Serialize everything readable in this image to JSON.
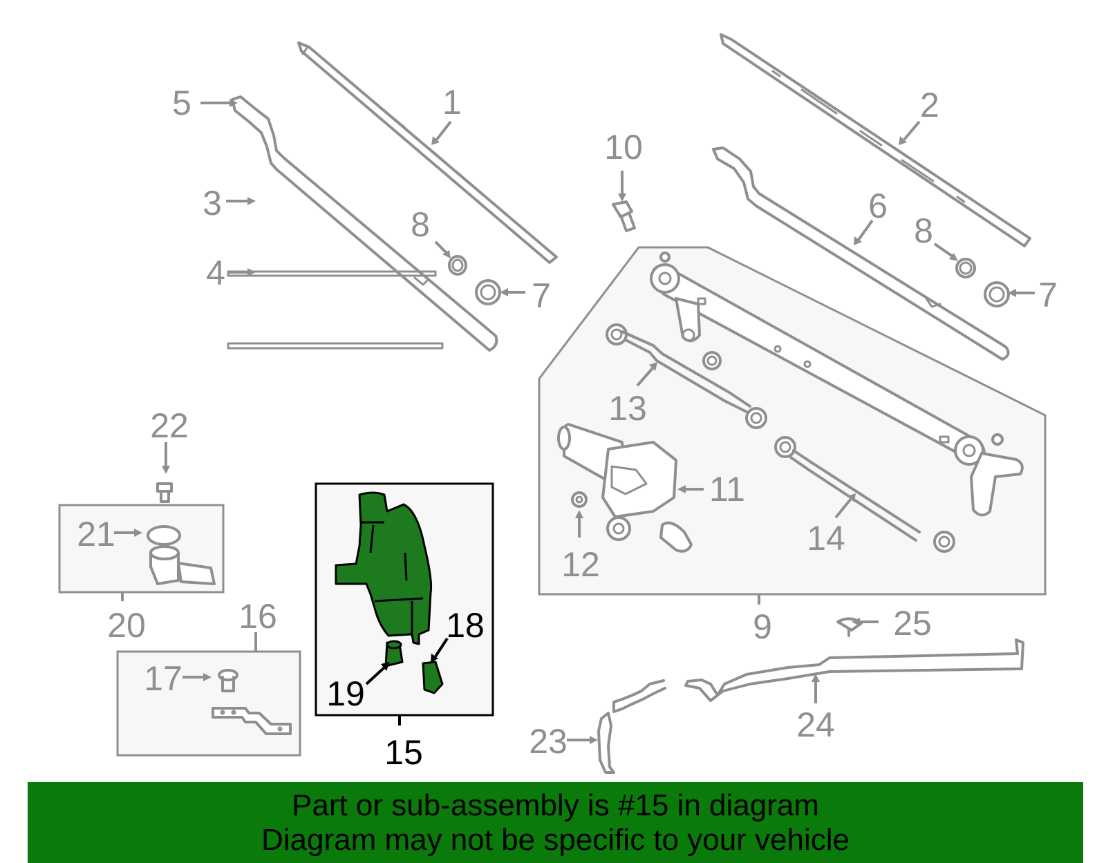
{
  "labels": {
    "p1": "1",
    "p2": "2",
    "p3": "3",
    "p4": "4",
    "p5": "5",
    "p6": "6",
    "p7a": "7",
    "p7b": "7",
    "p8a": "8",
    "p8b": "8",
    "p9": "9",
    "p10": "10",
    "p11": "11",
    "p12": "12",
    "p13": "13",
    "p14": "14",
    "p15": "15",
    "p16": "16",
    "p17": "17",
    "p18": "18",
    "p19": "19",
    "p20": "20",
    "p21": "21",
    "p22": "22",
    "p23": "23",
    "p24": "24",
    "p25": "25"
  },
  "highlight": {
    "part_number": "15",
    "color": "#1e7a1e"
  },
  "colors": {
    "line": "#8f8f8f",
    "banner": "#0a7a0a",
    "group_fill": "#f7f7f7"
  },
  "banner": {
    "line1": "Part or sub-assembly is #15 in diagram",
    "line2": "Diagram may not be specific to your vehicle"
  }
}
